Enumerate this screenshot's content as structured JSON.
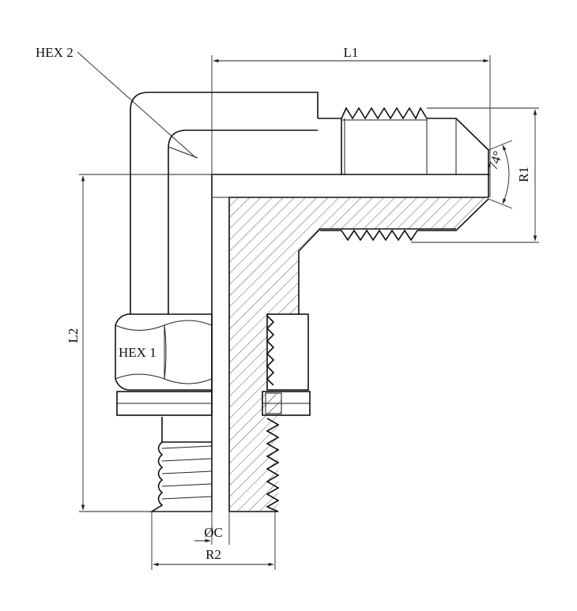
{
  "labels": {
    "hex2": "HEX 2",
    "hex1": "HEX 1",
    "l1": "L1",
    "l2": "L2",
    "r1": "R1",
    "r2": "R2",
    "angle": "74°",
    "bore": "ØC"
  }
}
